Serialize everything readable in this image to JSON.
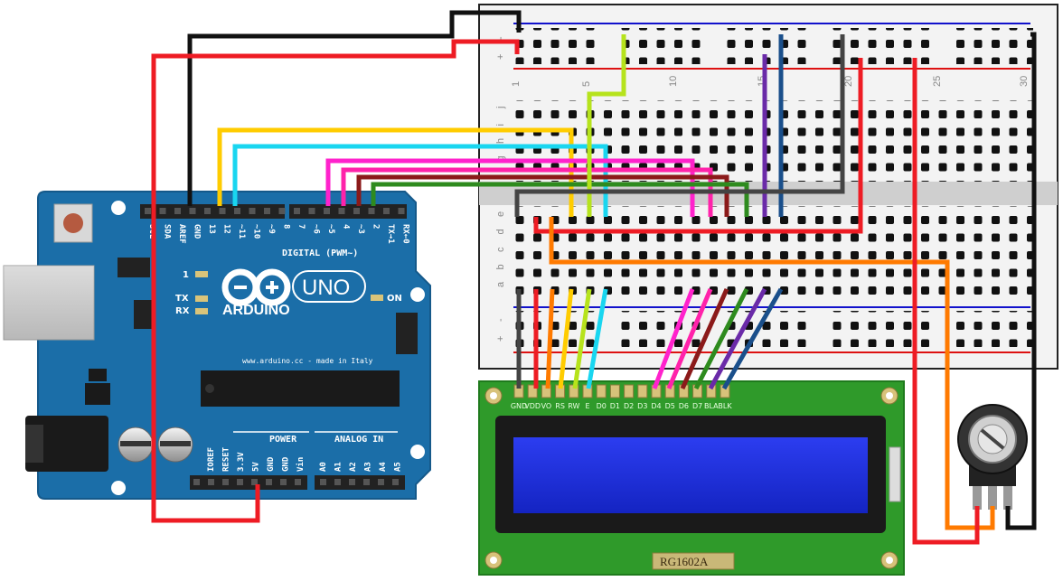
{
  "arduino": {
    "digital_pins": [
      "SCL",
      "SDA",
      "AREF",
      "GND",
      "13",
      "12",
      "~11",
      "~10",
      "~9",
      "8",
      "7",
      "~6",
      "~5",
      "4",
      "~3",
      "2",
      "TX→1",
      "RX←0"
    ],
    "digital_label": "DIGITAL (PWM~)",
    "logo_text": "ARDUINO",
    "model": "UNO",
    "tx_label": "TX",
    "rx_label": "RX",
    "led_l_label": "1",
    "on_label": "ON",
    "footer_text": "www.arduino.cc - made in Italy",
    "power_label": "POWER",
    "analog_label": "ANALOG IN",
    "power_pins": [
      "IOREF",
      "RESET",
      "3.3V",
      "5V",
      "GND",
      "GND",
      "Vin"
    ],
    "analog_pins": [
      "A0",
      "A1",
      "A2",
      "A3",
      "A4",
      "A5"
    ]
  },
  "breadboard": {
    "rail_minus": "-",
    "rail_plus": "+",
    "column_numbers": [
      "1",
      "5",
      "10",
      "15",
      "20",
      "25",
      "30"
    ],
    "rows_top": [
      "j",
      "i",
      "h",
      "g",
      "f"
    ],
    "rows_bottom": [
      "e",
      "d",
      "c",
      "b",
      "a"
    ]
  },
  "lcd": {
    "pin_labels": [
      "GND",
      "VDD",
      "VO",
      "RS",
      "RW",
      "E",
      "D0",
      "D1",
      "D2",
      "D3",
      "D4",
      "D5",
      "D6",
      "D7",
      "BLA",
      "BLK"
    ],
    "model": "RG1602A"
  },
  "colors": {
    "board_blue": "#1b6ea8",
    "wire_black": "#111111",
    "wire_red": "#ee1c24",
    "wire_yellow": "#ffcc00",
    "wire_cyan": "#19d6f0",
    "wire_magenta": "#ff22cc",
    "wire_maroon": "#8b1a1a",
    "wire_green": "#2e8b1e",
    "wire_lime": "#b6e31c",
    "wire_orange": "#ff7a00",
    "wire_purple": "#6a2aa8",
    "wire_navy": "#1a4f8b",
    "lcd_screen": "#1f2fd6",
    "lcd_pcb": "#2f9a2a"
  }
}
